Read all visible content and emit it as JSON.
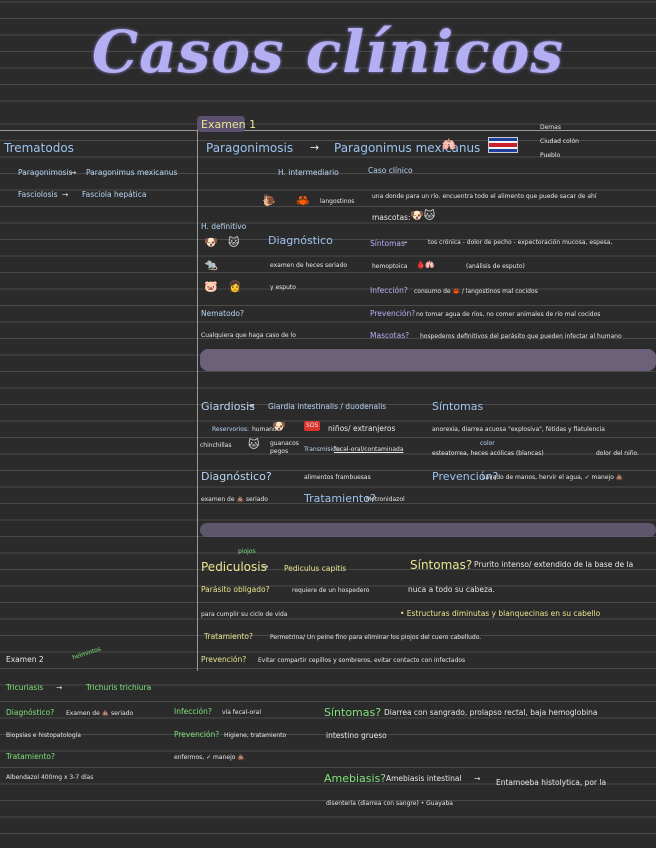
{
  "title": "Casos clínicos",
  "exam1": "Examen 1",
  "trematodos": {
    "heading": "Trematodos",
    "items": [
      {
        "disease": "Paragonimosis",
        "agent": "Paragonimus mexicanus"
      },
      {
        "disease": "Fasciolosis",
        "agent": "Fasciola hepática"
      }
    ]
  },
  "paragonimosis": {
    "disease": "Paragonimosis",
    "agent": "Paragonimus mexicanus",
    "lung_emoji": "🫁",
    "flag_notes": [
      "Demas",
      "Ciudad colón",
      "Pueblo"
    ],
    "h_intermediario": "H. intermediario",
    "h_intermediario_note": "langostinos",
    "h_definitivo": "H. definitivo",
    "h_definitivo_emojis": [
      "🐶",
      "🐱",
      "🐀",
      "🐷",
      "👩"
    ],
    "intermediate_emojis": [
      "🐌",
      "🦀"
    ],
    "caso_clinico": "Caso clínico",
    "caso_text_1": "una donde para un río. encuentra todo el alimento que puede sacar de ahí",
    "caso_text_2": "mascotas:",
    "caso_emojis": "🐶🐱",
    "diagnostico": "Diagnóstico",
    "diagnostico_text_1": "examen de heces seriado",
    "diagnostico_text_2": "y esputo",
    "sintomas_label": "Síntomas",
    "sintomas_text": "tos crónica - dolor de pecho - expectoración mucosa, espesa,",
    "sintomas_text_2": "hemoptoica",
    "sintomas_emojis": "🩸🫁",
    "sintomas_text_3": "(análisis de esputo)",
    "infeccion_label": "Infección?",
    "infeccion_text": "consumo de 🦀 / langostinos mal cocidos",
    "prevencion_label": "Prevención?",
    "prevencion_text": "no tomar agua de ríos, no comer animales de río mal cocidos",
    "nematodo_label": "Nematodo?",
    "nematodo_text": "Cualquiera que haga caso de lo",
    "mascotas_label": "Mascotas?",
    "mascotas_text": "hospederos definitivos del parásito que pueden infectar al humano"
  },
  "giardiosis": {
    "disease": "Giardiosis",
    "agent": "Giardia intestinalis / duodenalis",
    "reservorios_label": "Reservorios:",
    "reservorios_text": "humano",
    "reservorios_emojis": "🐶",
    "sos": "SOS",
    "ninos_text": "niños/ extranjeros",
    "extra_emojis": "🐱",
    "extra_note_1": "chinchillas",
    "extra_note_2": "guanacos pegos",
    "transmision_label": "Transmisión:",
    "transmision_text": "fecal-oral/contaminada",
    "sintomas_label": "Síntomas",
    "sintomas_text_1": "anorexia, diarrea acuosa \"explosiva\", fétidas y flatulencia",
    "sintomas_note": "color",
    "sintomas_text_2": "esteatorrea, heces acólicas (blancas)",
    "sintomas_text_3": "dolor del niño.",
    "diagnostico_label": "Diagnóstico?",
    "diagnostico_text": "examen de 💩 seriado",
    "alimentos_text": "alimentos frambuesas",
    "tratamiento_label": "Tratamiento?",
    "tratamiento_text": "Metronidazol",
    "prevencion_label": "Prevención?",
    "prevencion_text": "Lavado de manos, hervir el agua, ✓ manejo 💩"
  },
  "pediculosis": {
    "disease": "Pediculosis",
    "agent": "Pediculus capitis",
    "annotation": "piojos",
    "sintomas_label": "Síntomas?",
    "sintomas_text_1": "Prurito intenso/ extendido de la base de la",
    "sintomas_text_2": "nuca a todo su cabeza.",
    "sintomas_text_3": "• Estructuras diminutas y blanquecinas en su cabello",
    "parasito_label": "Parásito obligado?",
    "parasito_text_1": "requiere de un hospedero",
    "parasito_text_2": "para cumplir su ciclo de vida",
    "tratamiento_label": "Tratamiento?",
    "tratamiento_text": "Permetrina/ Un peine fino para eliminar los piojos del cuero cabelludo.",
    "prevencion_label": "Prevención?",
    "prevencion_text": "Evitar compartir cepillos y sombreros, evitar contacto con infectados"
  },
  "exam2": {
    "heading": "Examen 2",
    "annotation": "helmintos"
  },
  "tricuriasis": {
    "disease": "Tricuriasis",
    "agent": "Trichuris trichiura",
    "diagnostico_label": "Diagnóstico?",
    "diagnostico_text": "Examen de 💩 seriado",
    "diagnostico_text_2": "Biopsias e histopatología",
    "tratamiento_label": "Tratamiento?",
    "tratamiento_text": "Albendazol 400mg x 3-7 días",
    "infeccion_label": "Infección?",
    "infeccion_text": "vía fecal-oral",
    "prevencion_label": "Prevención?",
    "prevencion_text_1": "Higiene, tratamiento",
    "prevencion_text_2": "enfermos, ✓ manejo 💩",
    "sintomas_label": "Síntomas?",
    "sintomas_text_1": "Diarrea con sangrado, prolapso rectal, baja hemoglobina",
    "sintomas_text_2": "intestino grueso"
  },
  "amebiasis": {
    "label": "Amebiasis?",
    "text_1": "Amebiasis intestinal",
    "agent": "Entamoeba histolytica, por la",
    "text_2": "disentería (diarrea con sangre) • Guayaba"
  }
}
